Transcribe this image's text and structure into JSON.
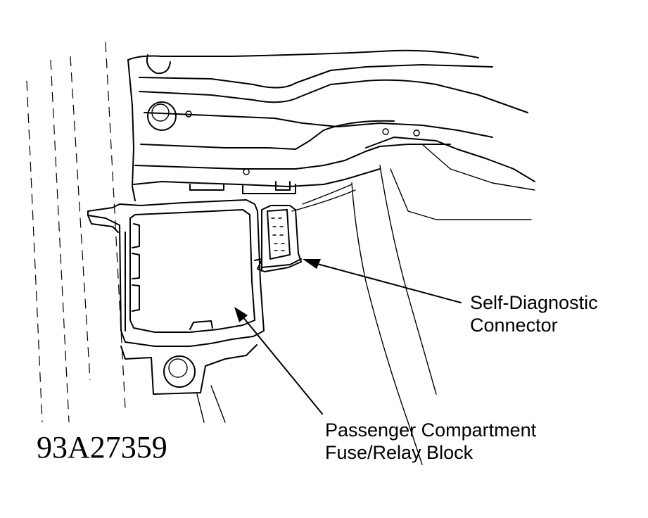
{
  "figure_id": "93A27359",
  "callouts": {
    "self_diagnostic": {
      "line1": "Self-Diagnostic",
      "line2": "Connector"
    },
    "fuse_relay": {
      "line1": "Passenger Compartment",
      "line2": "Fuse/Relay Block"
    }
  }
}
